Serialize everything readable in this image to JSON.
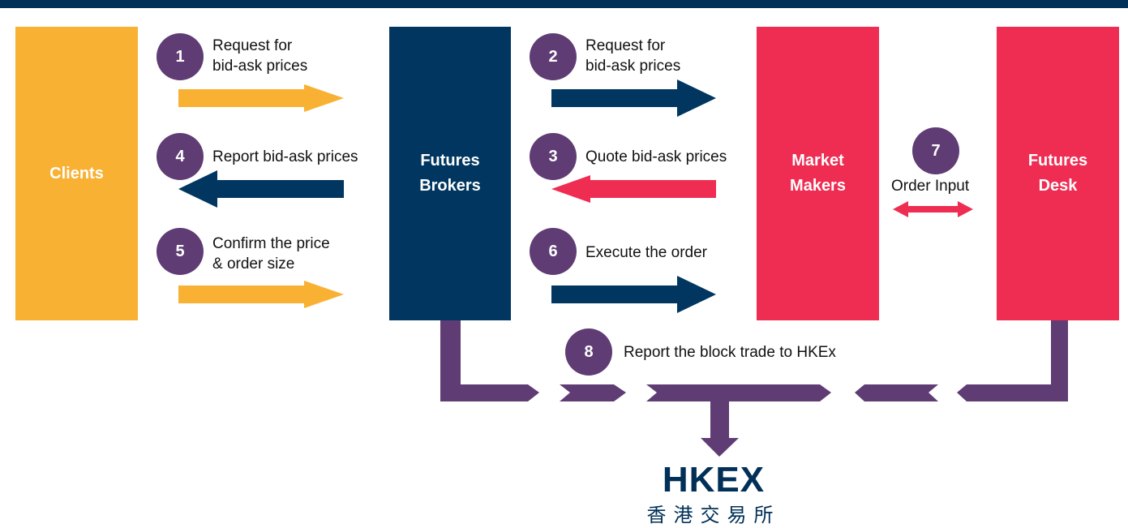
{
  "colors": {
    "top_bar": "#003057",
    "clients": "#f8b133",
    "brokers": "#00365f",
    "makers": "#ef2c51",
    "desk": "#ef2c51",
    "step_circle": "#5f3c74",
    "connector": "#5f3c74",
    "arrow_yellow": "#f8b133",
    "arrow_navy": "#00365f",
    "arrow_red": "#ef2c51",
    "logo": "#003057"
  },
  "boxes": {
    "clients": "Clients",
    "brokers": "Futures\nBrokers",
    "makers": "Market\nMakers",
    "desk": "Futures\nDesk"
  },
  "steps": [
    {
      "num": "1",
      "text": "Request for\nbid-ask prices"
    },
    {
      "num": "2",
      "text": "Request for\nbid-ask prices"
    },
    {
      "num": "3",
      "text": "Quote bid-ask prices"
    },
    {
      "num": "4",
      "text": "Report bid-ask prices"
    },
    {
      "num": "5",
      "text": "Confirm the price\n& order size"
    },
    {
      "num": "6",
      "text": "Execute the order"
    },
    {
      "num": "7",
      "text": "Order Input"
    },
    {
      "num": "8",
      "text": "Report the block trade to HKEx"
    }
  ],
  "logo": {
    "main": "HKEX",
    "sub": "香港交易所"
  }
}
